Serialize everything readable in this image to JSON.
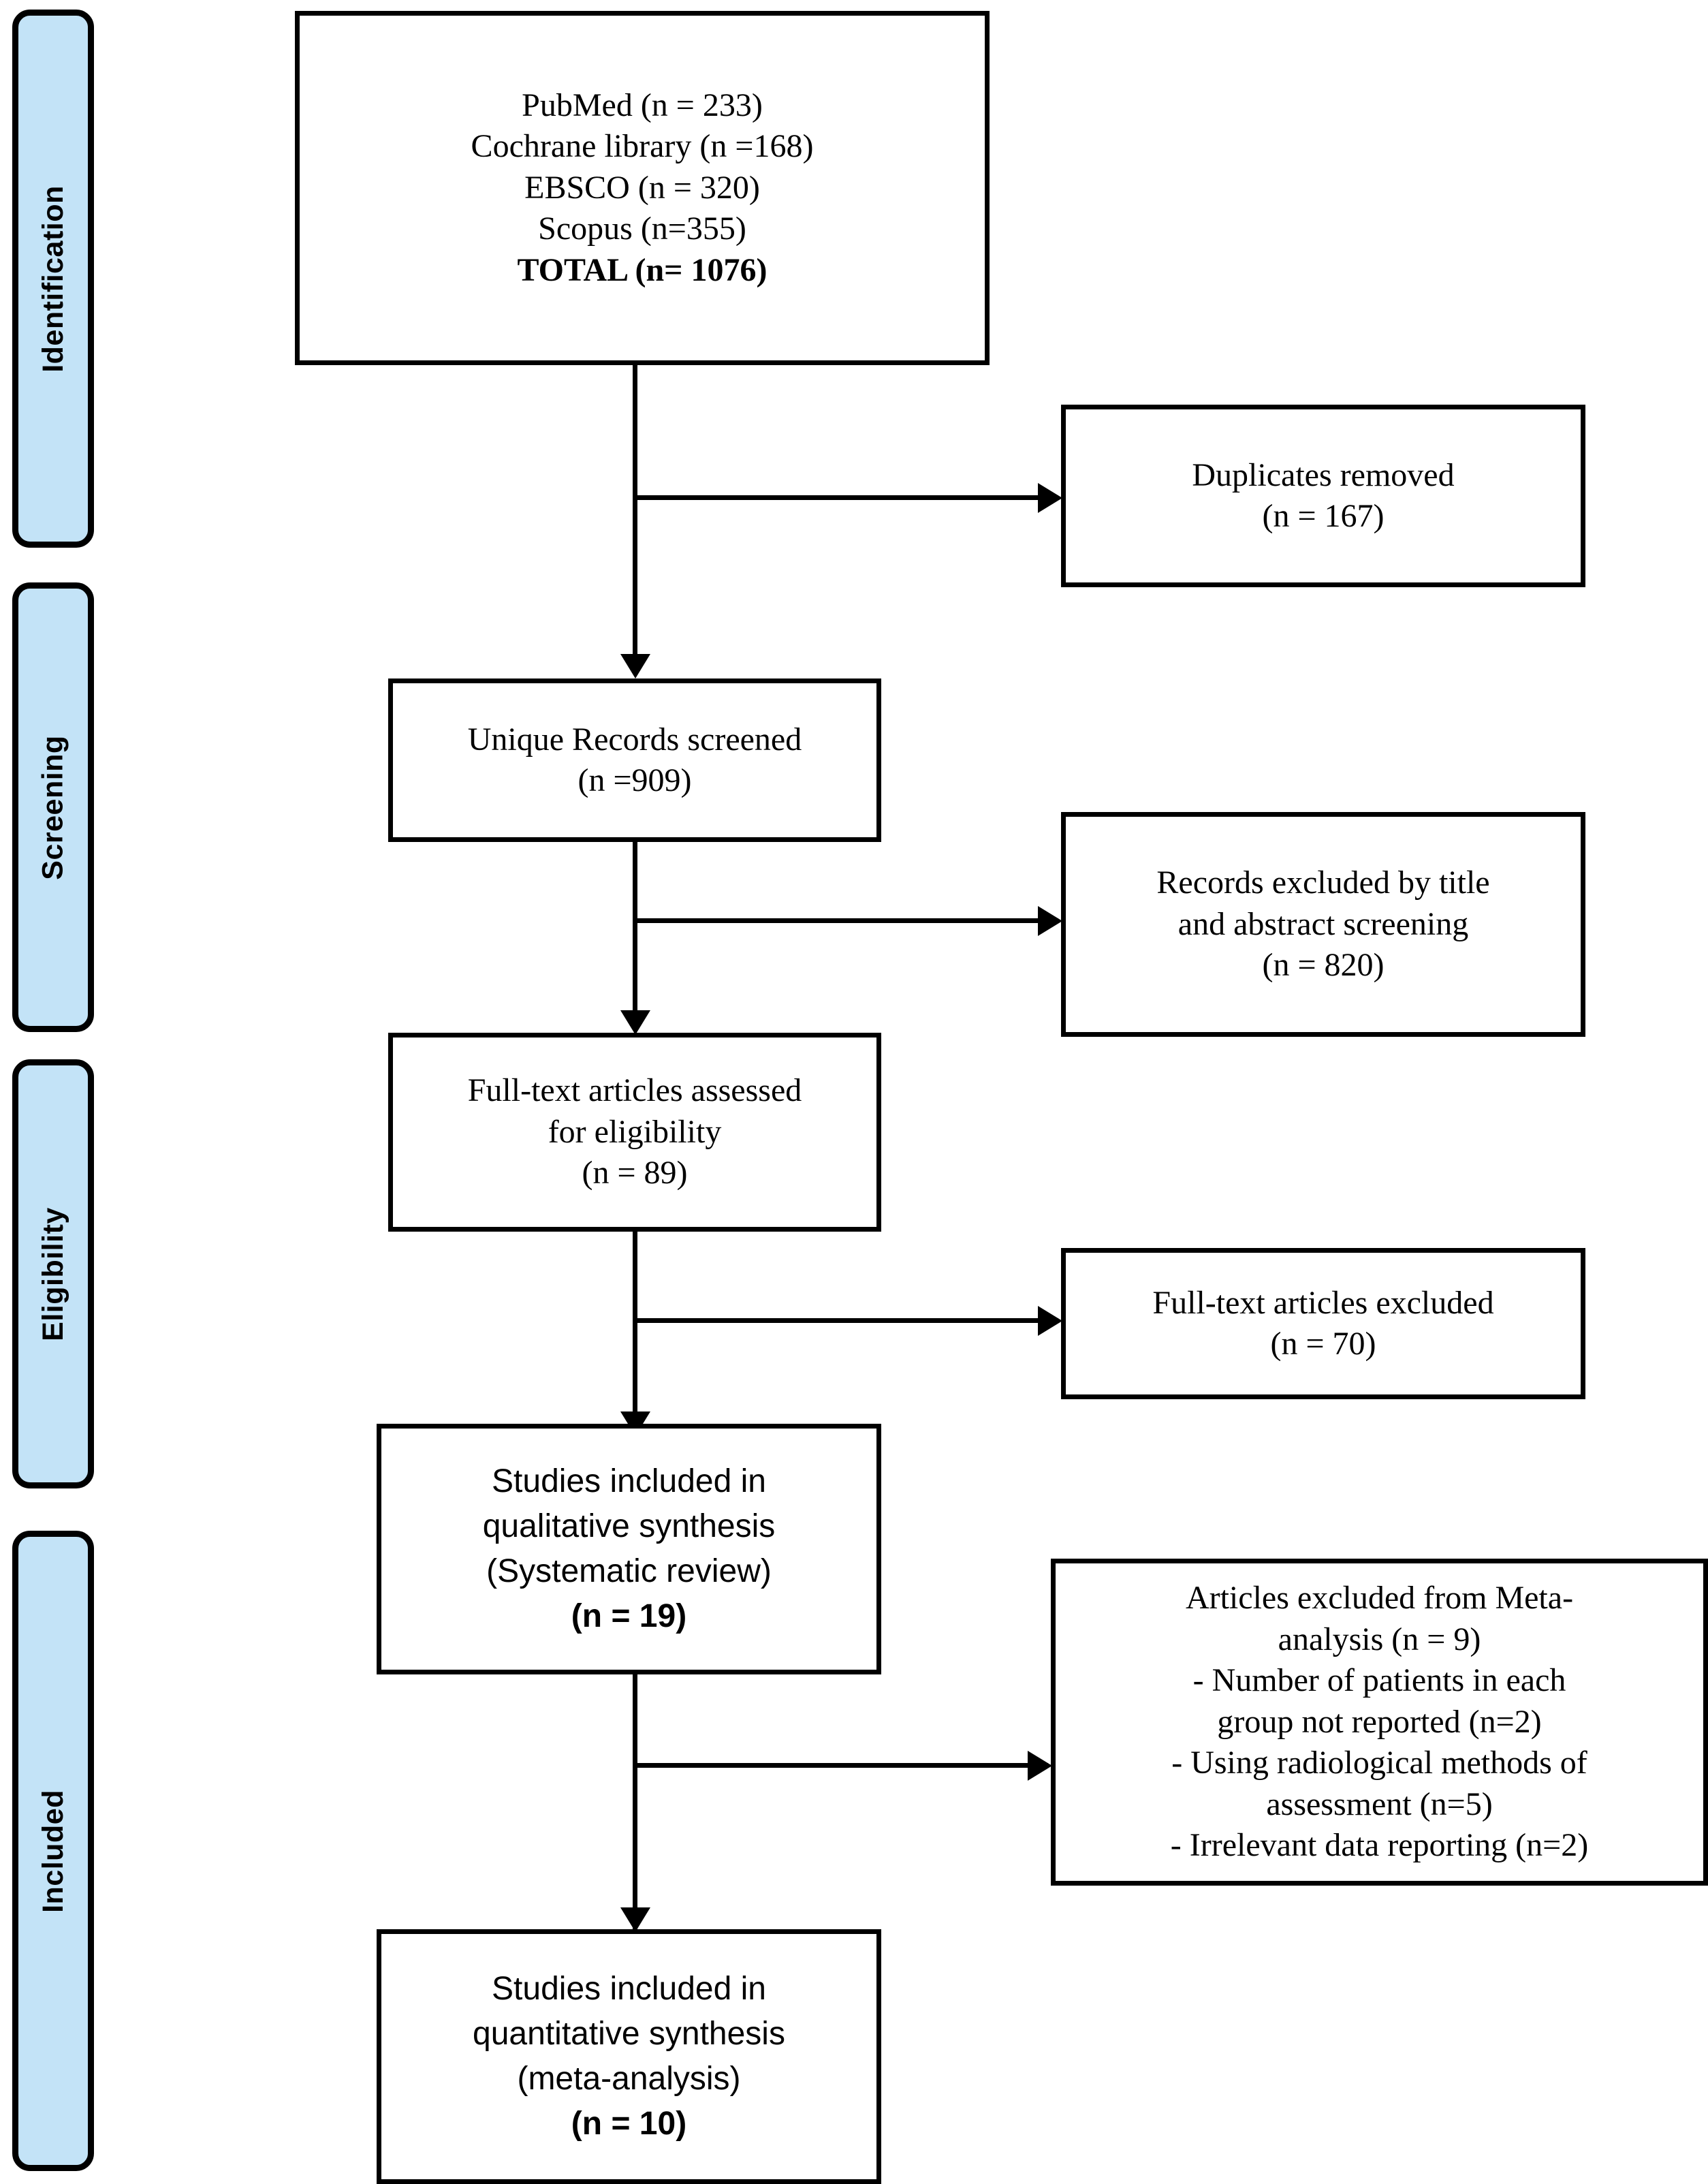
{
  "diagram": {
    "title": "PRISMA flow diagram",
    "accent_color": "#c3e3f7",
    "line_color": "#000000"
  },
  "stages": [
    {
      "id": "identification",
      "label": "Identification"
    },
    {
      "id": "screening",
      "label": "Screening"
    },
    {
      "id": "eligibility",
      "label": "Eligibility"
    },
    {
      "id": "included",
      "label": "Included"
    }
  ],
  "boxes": {
    "records_identified": {
      "lines": [
        "PubMed (n = 233)",
        "Cochrane library (n =168)",
        "EBSCO (n = 320)",
        "Scopus (n=355)"
      ],
      "total_line": "TOTAL (n= 1076)",
      "counts": {
        "pubmed": 233,
        "cochrane_library": 168,
        "ebsco": 320,
        "scopus": 355,
        "total": 1076
      }
    },
    "duplicates_removed": {
      "line1": "Duplicates removed",
      "line2": "(n = 167)",
      "count": 167
    },
    "records_screened": {
      "line1": "Unique Records screened",
      "line2": "(n =909)",
      "count": 909
    },
    "records_excluded": {
      "line1": "Records excluded by title",
      "line2": "and abstract screening",
      "line3": "(n = 820)",
      "count": 820
    },
    "fulltext_assessed": {
      "line1": "Full-text articles assessed",
      "line2": "for eligibility",
      "line3": "(n = 89)",
      "count": 89
    },
    "fulltext_excluded": {
      "line1": "Full-text articles excluded",
      "line2": "(n = 70)",
      "count": 70
    },
    "qualitative_synthesis": {
      "line1": "Studies included in",
      "line2": "qualitative synthesis",
      "line3": "(Systematic review)",
      "line4": "(n =  19)",
      "count": 19
    },
    "meta_excluded": {
      "line1": "Articles excluded from Meta-",
      "line2": "analysis (n = 9)",
      "line3": "- Number of patients in each",
      "line4": "group not reported (n=2)",
      "line5": "- Using radiological methods of",
      "line6": "assessment (n=5)",
      "line7": "- Irrelevant data reporting (n=2)",
      "counts": {
        "total_excluded": 9,
        "patients_not_reported": 2,
        "radiological_methods": 5,
        "irrelevant_data": 2
      }
    },
    "quantitative_synthesis": {
      "line1": "Studies included in",
      "line2": "quantitative synthesis",
      "line3": "(meta-analysis)",
      "line4": "(n =  10)",
      "count": 10
    }
  }
}
